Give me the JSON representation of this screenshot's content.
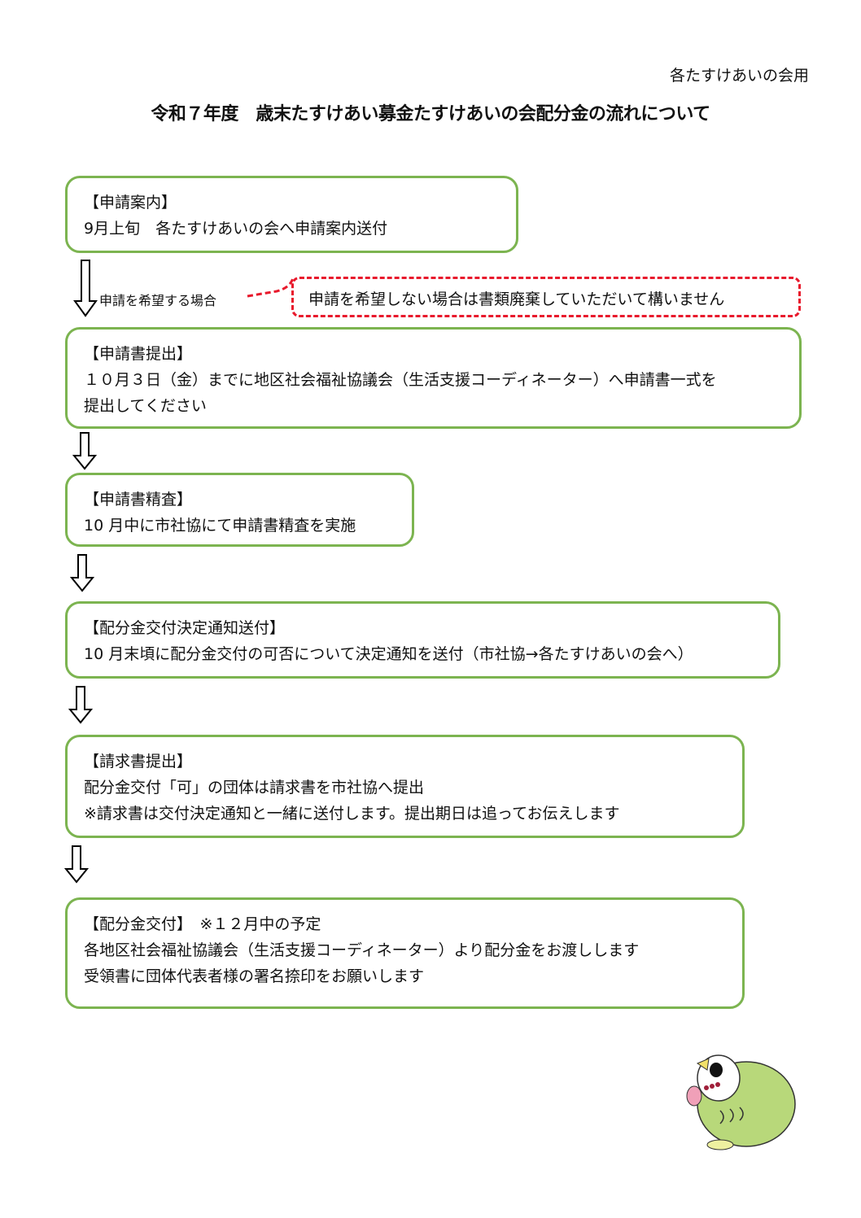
{
  "header": {
    "note": "各たすけあいの会用",
    "title": "令和７年度　歳末たすけあい募金たすけあいの会配分金の流れについて"
  },
  "branch": {
    "label": "申請を希望する場合",
    "callout": "申請を希望しない場合は書類廃棄していただいて構いません"
  },
  "steps": [
    {
      "heading": "【申請案内】",
      "lines": [
        "9月上旬　各たすけあいの会へ申請案内送付"
      ]
    },
    {
      "heading": "【申請書提出】",
      "lines": [
        "１０月３日（金）までに地区社会福祉協議会（生活支援コーディネーター）へ申請書一式を",
        "提出してください"
      ]
    },
    {
      "heading": "【申請書精査】",
      "lines": [
        "10 月中に市社協にて申請書精査を実施"
      ]
    },
    {
      "heading": "【配分金交付決定通知送付】",
      "lines": [
        "10 月末頃に配分金交付の可否について決定通知を送付（市社協→各たすけあいの会へ）"
      ]
    },
    {
      "heading": "【請求書提出】",
      "lines": [
        "配分金交付「可」の団体は請求書を市社協へ提出",
        "※請求書は交付決定通知と一緒に送付します。提出期日は追ってお伝えします"
      ]
    },
    {
      "heading": "【配分金交付】　※１２月中の予定",
      "lines": [
        "各地区社会福祉協議会（生活支援コーディネーター）より配分金をお渡しします",
        "受領書に団体代表者様の署名捺印をお願いします"
      ]
    }
  ],
  "colors": {
    "box_border": "#7cb450",
    "callout_border": "#e8192c",
    "mascot": "#b8d87a"
  }
}
